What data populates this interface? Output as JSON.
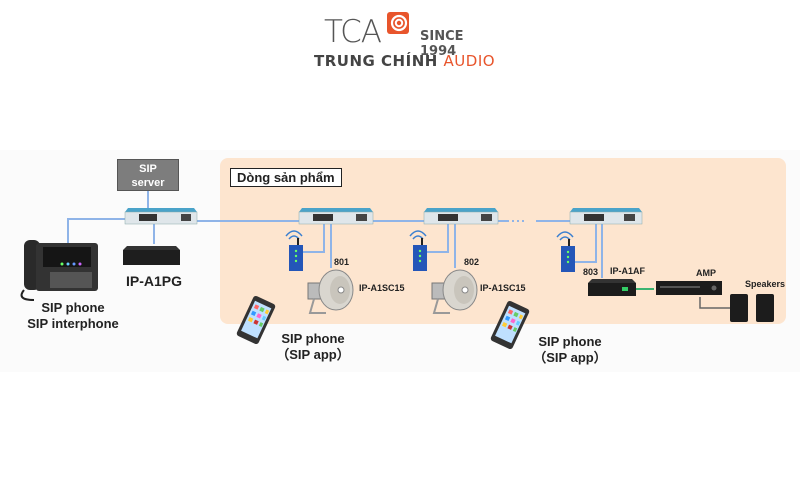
{
  "logo": {
    "brand": "TCA",
    "since": "SINCE 1994",
    "name_main": "TRUNG CHÍNH",
    "name_accent": "AUDIO",
    "accent_color": "#e8552c"
  },
  "diagram": {
    "sip_server": {
      "line1": "SIP",
      "line2": "server"
    },
    "product_line_label": "Dòng sản phẩm",
    "left_group": {
      "gateway_label": "IP-A1PG",
      "phone_label_line1": "SIP phone",
      "phone_label_line2": "SIP interphone"
    },
    "nodes": [
      {
        "ext": "801",
        "device": "IP-A1SC15"
      },
      {
        "ext": "802",
        "device": "IP-A1SC15"
      },
      {
        "ext": "803",
        "device": "IP-A1AF"
      }
    ],
    "amp_label": "AMP",
    "speakers_label": "Speakers",
    "sip_app_1": {
      "line1": "SIP phone",
      "line2": "（SIP app）"
    },
    "sip_app_2": {
      "line1": "SIP phone",
      "line2": "（SIP app）"
    },
    "colors": {
      "network_line": "#8fb4e8",
      "audio_line": "#3cb371",
      "product_area": "#fde5cf",
      "switch_body": "#3e8db5"
    }
  }
}
